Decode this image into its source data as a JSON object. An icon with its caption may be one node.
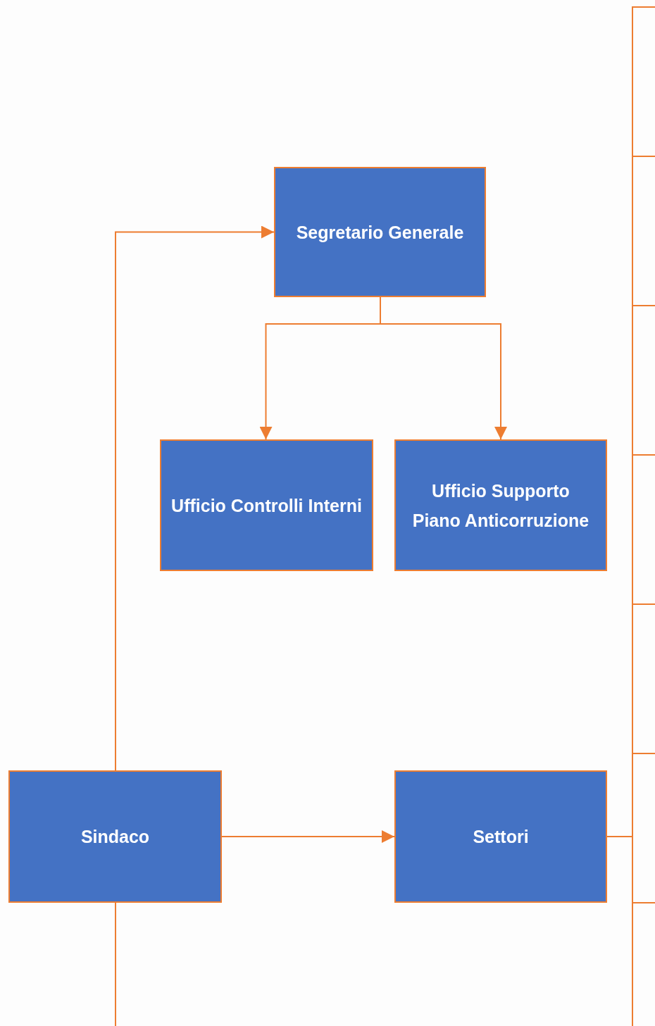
{
  "diagram": {
    "nodes": [
      {
        "text": [
          "Segretario Generale"
        ]
      },
      {
        "text": [
          "Ufficio Controlli Interni"
        ]
      },
      {
        "text": [
          "Ufficio Supporto Piano Anticorruzione"
        ]
      },
      {
        "text": [
          "Sindaco"
        ]
      },
      {
        "text": [
          "Settori"
        ]
      }
    ],
    "edges": [
      {
        "from": 3,
        "to": 0,
        "arrow": "to"
      },
      {
        "from": 0,
        "to": 1,
        "arrow": "to"
      },
      {
        "from": 0,
        "to": 2,
        "arrow": "to"
      },
      {
        "from": 3,
        "to": 4,
        "arrow": "to"
      },
      {
        "from": 3,
        "to": null,
        "arrow": "none"
      },
      {
        "from": 4,
        "to": null,
        "arrow": "none"
      },
      {
        "from": 4,
        "to": null,
        "arrow": "none"
      },
      {
        "from": 4,
        "to": null,
        "arrow": "none"
      },
      {
        "from": 4,
        "to": null,
        "arrow": "none"
      },
      {
        "from": 4,
        "to": null,
        "arrow": "none"
      },
      {
        "from": 4,
        "to": null,
        "arrow": "none"
      },
      {
        "from": 4,
        "to": null,
        "arrow": "none"
      },
      {
        "from": 4,
        "to": null,
        "arrow": "none"
      }
    ]
  }
}
